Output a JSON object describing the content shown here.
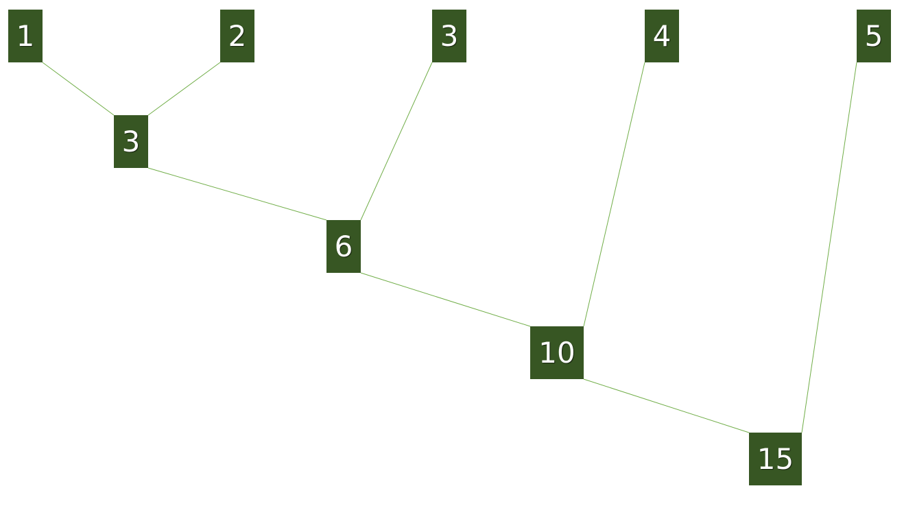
{
  "colors": {
    "node_fill": "#375623",
    "edge": "#70ad47",
    "text": "#ffffff"
  },
  "leaves": [
    "1",
    "2",
    "3",
    "4",
    "5"
  ],
  "sums": [
    "3",
    "6",
    "10",
    "15"
  ]
}
